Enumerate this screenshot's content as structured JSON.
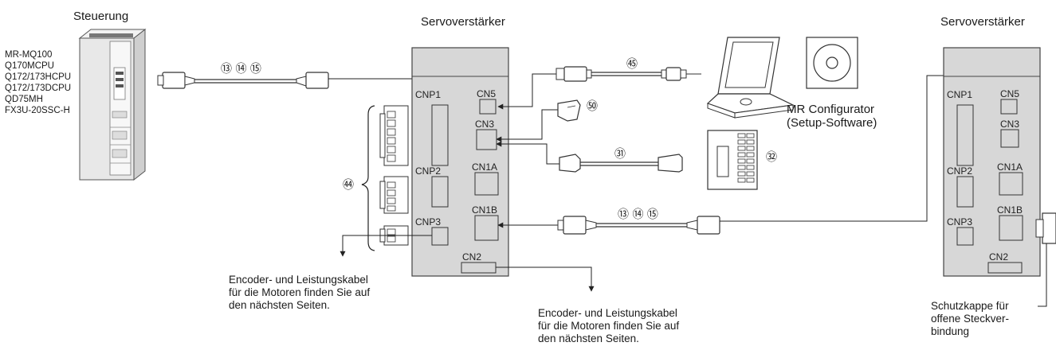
{
  "titles": {
    "controller": "Steuerung",
    "amp_left": "Servoverstärker",
    "amp_right": "Servoverstärker"
  },
  "controller_models": [
    "MR-MQ100",
    "Q170MCPU",
    "Q172/173HCPU",
    "Q172/173DCPU",
    "QD75MH",
    "FX3U-20SSC-H"
  ],
  "ports_left": {
    "cnp1": "CNP1",
    "cnp2": "CNP2",
    "cnp3": "CNP3",
    "cn5": "CN5",
    "cn3": "CN3",
    "cn1a": "CN1A",
    "cn1b": "CN1B",
    "cn2": "CN2"
  },
  "ports_right": {
    "cnp1": "CNP1",
    "cnp2": "CNP2",
    "cnp3": "CNP3",
    "cn5": "CN5",
    "cn3": "CN3",
    "cn1a": "CN1A",
    "cn1b": "CN1B",
    "cn2": "CN2"
  },
  "part_numbers": {
    "cable_top": "⑬ ⑭ ⑮",
    "cable_mid": "⑬ ⑭ ⑮",
    "connectors_44": "㊹",
    "usb_45": "㊺",
    "conn_50": "㊿",
    "cable_51": "㉛",
    "terminal_52": "㉜"
  },
  "software": {
    "line1": "MR Configurator",
    "line2": "(Setup-Software)"
  },
  "notes": {
    "left": [
      "Encoder- und Leistungskabel",
      "für die Motoren finden Sie auf",
      "den nächsten Seiten."
    ],
    "center": [
      "Encoder- und Leistungskabel",
      "für die Motoren finden Sie auf",
      "den nächsten Seiten."
    ],
    "cap": [
      "Schutzkappe für",
      "offene Steckver-",
      "bindung"
    ]
  }
}
